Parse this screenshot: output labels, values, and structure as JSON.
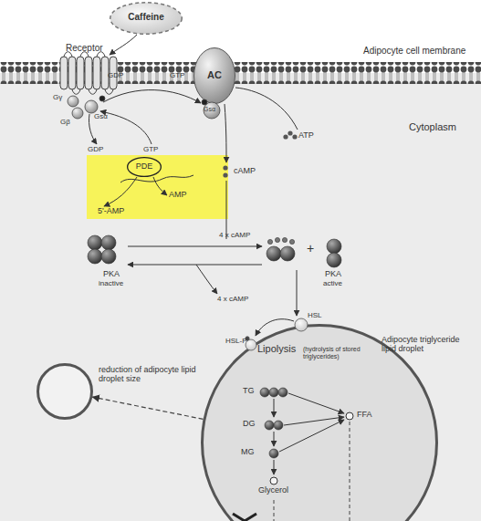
{
  "diagram": {
    "nodes": [
      {
        "text": [
          "Caffeine"
        ]
      },
      {
        "text": [
          "AC"
        ]
      },
      {
        "text": [
          "AMP",
          "5'-AMP"
        ]
      },
      {
        "text": [
          "PDE"
        ],
        "in": 2
      },
      {
        "text": [
          "Adipocyte triglyceride lipid droplet",
          "Lipolysis",
          "(hydrolysis of stored triglycerides)"
        ]
      },
      {
        "text": [
          "reduction of adipocyte lipid droplet size"
        ]
      }
    ],
    "edges": [
      {
        "from": 4,
        "to": 5,
        "arrow": "to"
      }
    ],
    "labels": [
      "Receptor",
      "Adipocyte cell membrane",
      "Cytoplasm",
      "Gγ",
      "Gβ",
      "Gsα",
      "GDP",
      "GTP",
      "Gsα",
      "GDP",
      "GTP",
      "ATP",
      "cAMP",
      "PKA",
      "inactive",
      "4 x cAMP",
      "PKA",
      "active",
      "4 x cAMP",
      "HSL-P",
      "HSL",
      "TG",
      "DG",
      "MG",
      "FFA",
      "Glycerol",
      "+"
    ]
  }
}
